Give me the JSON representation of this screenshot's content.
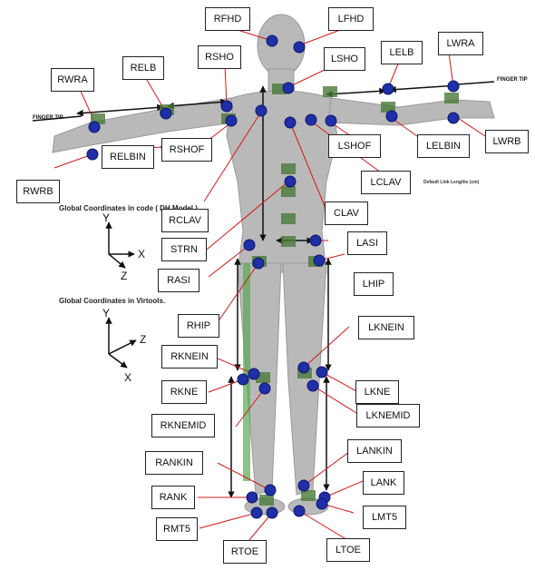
{
  "labels": {
    "RFHD": "RFHD",
    "LFHD": "LFHD",
    "RWRA": "RWRA",
    "RELB": "RELB",
    "RSHO": "RSHO",
    "LSHO": "LSHO",
    "LELB": "LELB",
    "LWRA": "LWRA",
    "LWRB": "LWRB",
    "LELBIN": "LELBIN",
    "LSHOF": "LSHOF",
    "LCLAV": "LCLAV",
    "CLAV": "CLAV",
    "LASI": "LASI",
    "LHIP": "LHIP",
    "RWRB": "RWRB",
    "RELBIN": "RELBIN",
    "RSHOF": "RSHOF",
    "RCLAV": "RCLAV",
    "STRN": "STRN",
    "RASI": "RASI",
    "RHIP": "RHIP",
    "RKNEIN": "RKNEIN",
    "RKNE": "RKNE",
    "RKNEMID": "RKNEMID",
    "LKNEIN": "LKNEIN",
    "LKNE": "LKNE",
    "LKNEMID": "LKNEMID",
    "RANKIN": "RANKIN",
    "RANK": "RANK",
    "RMT5": "RMT5",
    "RTOE": "RTOE",
    "LANKIN": "LANKIN",
    "LANK": "LANK",
    "LMT5": "LMT5",
    "LTOE": "LTOE"
  },
  "sections": {
    "dh_model": "Global Coordinates in code ( DH Model ).",
    "virtools": "Global Coordinates in Virtools."
  },
  "axes": {
    "x": "X",
    "y": "Y",
    "z": "Z"
  },
  "annotations": {
    "finger_tip_left": "FINGER TIP",
    "finger_tip_right": "FINGER TIP"
  },
  "legend_title": "Default Link Lengths (cm)",
  "colors": {
    "marker": "#1f2fa8",
    "leader": "#d11a1a",
    "body": "#b4b4b4"
  }
}
